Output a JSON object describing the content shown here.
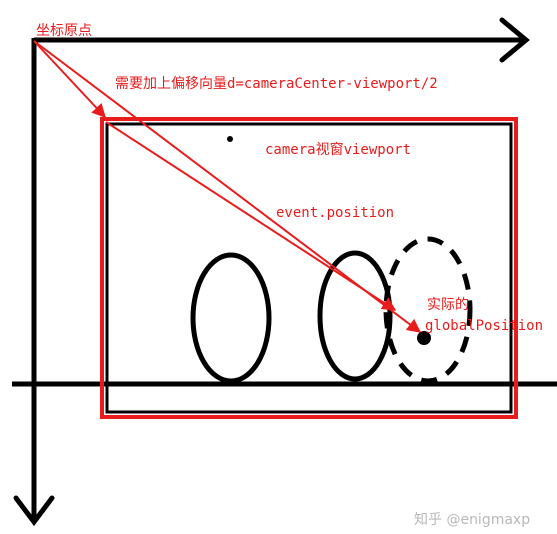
{
  "labels": {
    "origin": "坐标原点",
    "offset_vector": "需要加上偏移向量d=cameraCenter-viewport/2",
    "camera_viewport": "camera视窗viewport",
    "event_position": "event.position",
    "actual_line1": "实际的",
    "actual_line2": "globalPosition"
  },
  "watermark": "知乎 @enigmaxp",
  "colors": {
    "axes": "#000000",
    "red": "#e81c1c",
    "watermark": "#b8b8b8",
    "background": "#ffffff"
  }
}
